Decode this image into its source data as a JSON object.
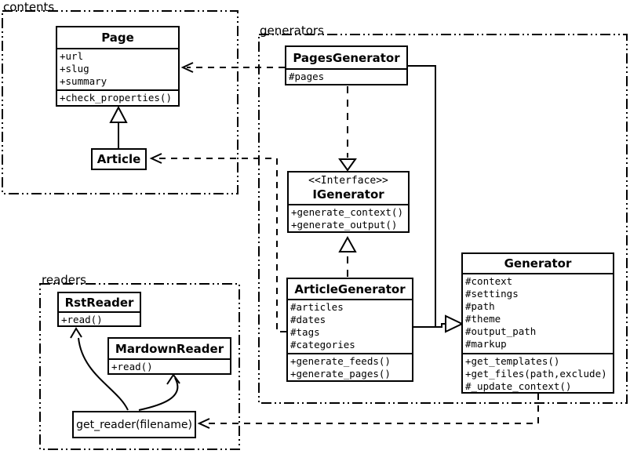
{
  "packages": {
    "contents": {
      "label": "contents"
    },
    "generators": {
      "label": "generators"
    },
    "readers": {
      "label": "readers"
    }
  },
  "classes": {
    "page": {
      "title": "Page",
      "attributes": [
        "+url",
        "+slug",
        "+summary"
      ],
      "methods": [
        "+check_properties()"
      ]
    },
    "article": {
      "title": "Article"
    },
    "pages_generator": {
      "title": "PagesGenerator",
      "attributes": [
        "#pages"
      ]
    },
    "igenerator": {
      "stereotype": "<<Interface>>",
      "title": "IGenerator",
      "methods": [
        "+generate_context()",
        "+generate_output()"
      ]
    },
    "article_generator": {
      "title": "ArticleGenerator",
      "attributes": [
        "#articles",
        "#dates",
        "#tags",
        "#categories"
      ],
      "methods": [
        "+generate_feeds()",
        "+generate_pages()"
      ]
    },
    "generator": {
      "title": "Generator",
      "attributes": [
        "#context",
        "#settings",
        "#path",
        "#theme",
        "#output_path",
        "#markup"
      ],
      "methods": [
        "+get_templates()",
        "+get_files(path,exclude)",
        "#_update_context()"
      ]
    },
    "rst_reader": {
      "title": "RstReader",
      "methods": [
        "+read()"
      ]
    },
    "mardown_reader": {
      "title": "MardownReader",
      "methods": [
        "+read()"
      ]
    },
    "get_reader": {
      "label": "get_reader(filename)"
    }
  },
  "relationships": [
    {
      "from": "Article",
      "to": "Page",
      "type": "inheritance-solid"
    },
    {
      "from": "PagesGenerator",
      "to": "IGenerator",
      "type": "realization-dashed"
    },
    {
      "from": "ArticleGenerator",
      "to": "IGenerator",
      "type": "realization-dashed"
    },
    {
      "from": "PagesGenerator",
      "to": "Generator",
      "type": "inheritance-solid"
    },
    {
      "from": "ArticleGenerator",
      "to": "Generator",
      "type": "inheritance-solid"
    },
    {
      "from": "PagesGenerator",
      "to": "Page",
      "type": "dependency-dashed"
    },
    {
      "from": "ArticleGenerator",
      "to": "Article",
      "type": "dependency-dashed"
    },
    {
      "from": "Generator",
      "to": "get_reader(filename)",
      "type": "dependency-dashed"
    },
    {
      "from": "get_reader(filename)",
      "to": "RstReader",
      "type": "curved-arrow"
    },
    {
      "from": "get_reader(filename)",
      "to": "MardownReader",
      "type": "curved-arrow"
    }
  ],
  "colors": {
    "line": "#000000",
    "background": "#ffffff",
    "box_fill": "#ffffff"
  }
}
